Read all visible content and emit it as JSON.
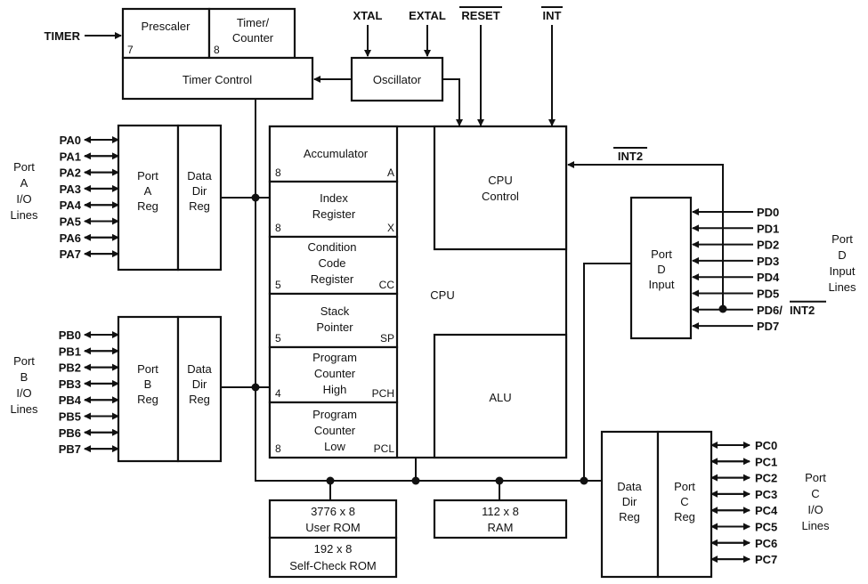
{
  "signals": {
    "timer": "TIMER",
    "xtal": "XTAL",
    "extal": "EXTAL",
    "reset": "RESET",
    "int": "INT",
    "int2": "INT2"
  },
  "blocks": {
    "prescaler": "Prescaler",
    "prescaler_bits": "7",
    "timer_counter": [
      "Timer/",
      "Counter"
    ],
    "timer_counter_bits": "8",
    "timer_control": "Timer Control",
    "oscillator": "Oscillator",
    "accumulator": "Accumulator",
    "accumulator_bits": "8",
    "accumulator_tag": "A",
    "index_register": [
      "Index",
      "Register"
    ],
    "index_bits": "8",
    "index_tag": "X",
    "ccr": [
      "Condition",
      "Code",
      "Register"
    ],
    "ccr_bits": "5",
    "ccr_tag": "CC",
    "stack_pointer": [
      "Stack",
      "Pointer"
    ],
    "sp_bits": "5",
    "sp_tag": "SP",
    "pch": [
      "Program",
      "Counter",
      "High"
    ],
    "pch_bits": "4",
    "pch_tag": "PCH",
    "pcl": [
      "Program",
      "Counter",
      "Low"
    ],
    "pcl_bits": "8",
    "pcl_tag": "PCL",
    "cpu": "CPU",
    "cpu_control": [
      "CPU",
      "Control"
    ],
    "alu": "ALU",
    "port_a_reg": [
      "Port",
      "A",
      "Reg"
    ],
    "port_a_ddr": [
      "Data",
      "Dir",
      "Reg"
    ],
    "port_b_reg": [
      "Port",
      "B",
      "Reg"
    ],
    "port_b_ddr": [
      "Data",
      "Dir",
      "Reg"
    ],
    "port_c_ddr": [
      "Data",
      "Dir",
      "Reg"
    ],
    "port_c_reg": [
      "Port",
      "C",
      "Reg"
    ],
    "port_d_input": [
      "Port",
      "D",
      "Input"
    ],
    "user_rom": [
      "3776 x 8",
      "User ROM"
    ],
    "selfcheck_rom": [
      "192 x 8",
      "Self-Check ROM"
    ],
    "ram": [
      "112 x 8",
      "RAM"
    ]
  },
  "port_labels": {
    "a": [
      "Port",
      "A",
      "I/O",
      "Lines"
    ],
    "b": [
      "Port",
      "B",
      "I/O",
      "Lines"
    ],
    "c": [
      "Port",
      "C",
      "I/O",
      "Lines"
    ],
    "d": [
      "Port",
      "D",
      "Input",
      "Lines"
    ]
  },
  "pins": {
    "a": [
      "PA0",
      "PA1",
      "PA2",
      "PA3",
      "PA4",
      "PA5",
      "PA6",
      "PA7"
    ],
    "b": [
      "PB0",
      "PB1",
      "PB2",
      "PB3",
      "PB4",
      "PB5",
      "PB6",
      "PB7"
    ],
    "c": [
      "PC0",
      "PC1",
      "PC2",
      "PC3",
      "PC4",
      "PC5",
      "PC6",
      "PC7"
    ],
    "d": [
      "PD0",
      "PD1",
      "PD2",
      "PD3",
      "PD4",
      "PD5",
      "PD6/",
      "PD7"
    ],
    "d6_suffix": "INT2"
  }
}
